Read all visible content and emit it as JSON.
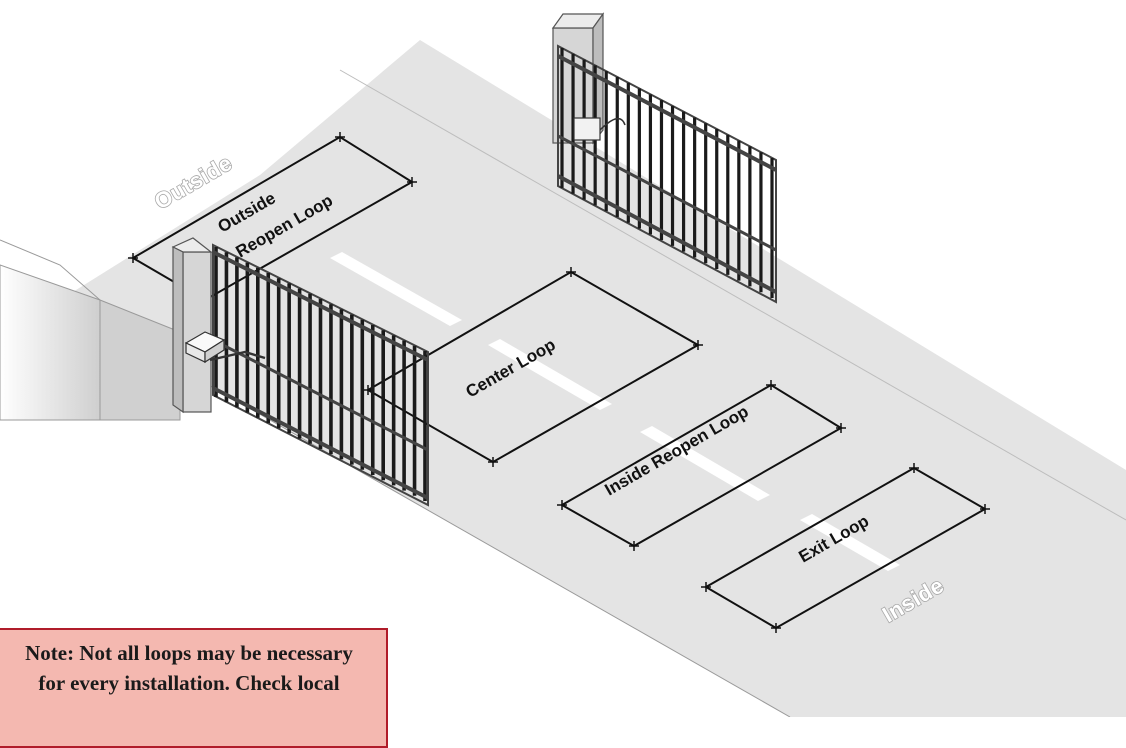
{
  "labels": {
    "outside": "Outside",
    "inside": "Inside",
    "outside_reopen_loop_line1": "Outside",
    "outside_reopen_loop_line2": "Reopen Loop",
    "center_loop": "Center Loop",
    "inside_reopen_loop": "Inside Reopen Loop",
    "exit_loop": "Exit Loop"
  },
  "note": {
    "line1": "Note: Not all loops may be necessary",
    "line2": "for every installation. Check local"
  },
  "colors": {
    "road": "#e3e3e3",
    "lane_marking": "#ffffff",
    "gate_metal": "#d8d8d8",
    "gate_bars": "#1a1a1a",
    "note_fill": "#f4b8b0",
    "note_border": "#b01c2a"
  }
}
